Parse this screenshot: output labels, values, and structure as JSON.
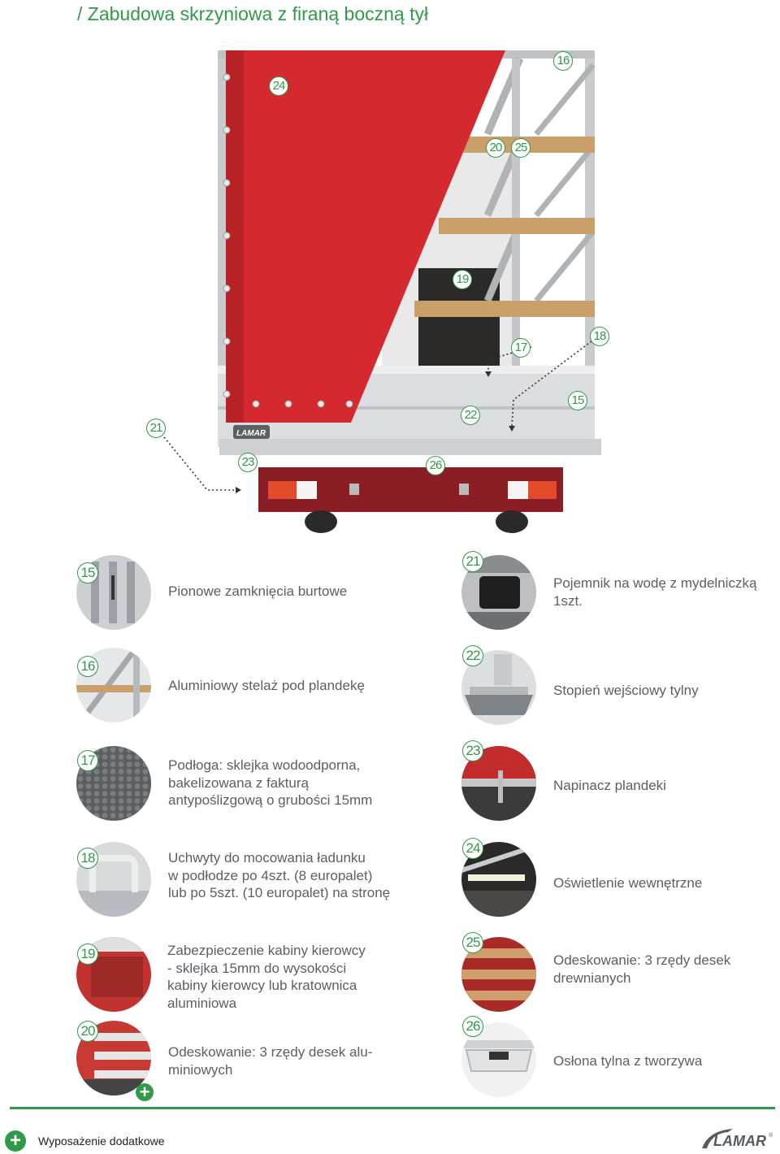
{
  "page": {
    "title": "/ Zabudowa skrzyniowa z firaną boczną tył"
  },
  "hero_labels": [
    "24",
    "16",
    "20",
    "25",
    "19",
    "17",
    "18",
    "15",
    "21",
    "22",
    "23",
    "26"
  ],
  "truck_logo_text": "LAMAR",
  "features": [
    {
      "num": "15",
      "text": "Pionowe zamknięcia burtowe",
      "icon": "vertical-side-locks"
    },
    {
      "num": "21",
      "text": "Pojemnik na wodę z mydelniczką\n1szt.",
      "icon": "water-container"
    },
    {
      "num": "16",
      "text": "Aluminiowy stelaż pod plandekę",
      "icon": "aluminium-frame"
    },
    {
      "num": "22",
      "text": "Stopień wejściowy tylny",
      "icon": "rear-step"
    },
    {
      "num": "17",
      "text": "Podłoga: sklejka wodoodporna,\nbakelizowana z fakturą\nantypoślizgową o grubości 15mm",
      "icon": "floor-texture"
    },
    {
      "num": "23",
      "text": "Napinacz plandeki",
      "icon": "tarp-tensioner"
    },
    {
      "num": "18",
      "text": "Uchwyty do mocowania ładunku\nw podłodze po 4szt. (8 europalet)\nlub po 5szt. (10 europalet) na stronę",
      "icon": "cargo-handle"
    },
    {
      "num": "24",
      "text": "Oświetlenie wewnętrzne",
      "icon": "interior-light"
    },
    {
      "num": "19",
      "text": "Zabezpieczenie kabiny kierowcy\n- sklejka 15mm do wysokości\nkabiny kierowcy lub kratownica\naluminiowa",
      "icon": "cab-protection"
    },
    {
      "num": "25",
      "text": "Odeskowanie: 3 rzędy desek\ndrewnianych",
      "icon": "wooden-boards"
    },
    {
      "num": "20",
      "text": "Odeskowanie: 3 rzędy desek alu-\nminiowych",
      "icon": "aluminium-boards",
      "optional": true
    },
    {
      "num": "26",
      "text": "Osłona tylna z tworzywa",
      "icon": "rear-cover"
    }
  ],
  "optional_marker": "+",
  "footer": {
    "plus": "+",
    "label": "Wyposażenie dodatkowe",
    "brand": "LAMAR",
    "brand_mark": "®"
  },
  "colors": {
    "accent": "#2f9a48",
    "tarp_red": "#d42a2f",
    "text": "#5a6066"
  }
}
